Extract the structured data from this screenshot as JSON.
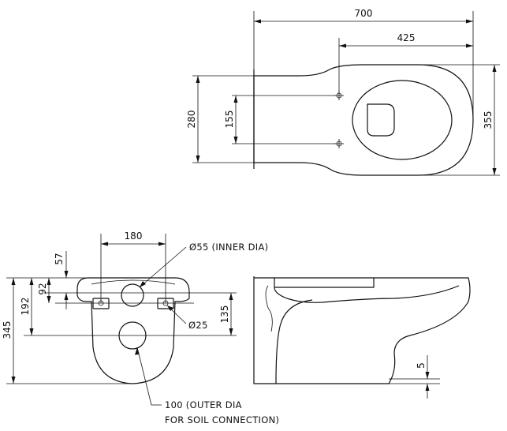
{
  "top_view": {
    "overall_length": "700",
    "bowl_length": "425",
    "overall_width": "355",
    "rear_width": "280",
    "fixing_spacing": "155"
  },
  "front_view": {
    "fixing_spacing": "180",
    "top_offset": "57",
    "fixing_height": "92",
    "outlet_height": "192",
    "overall_height": "345",
    "inlet_to_outlet": "135",
    "inlet_note": "Ø55 (INNER DIA)",
    "fixing_hole_note": "Ø25",
    "outlet_note_line1": "100 (OUTER DIA",
    "outlet_note_line2": "FOR SOIL CONNECTION)"
  },
  "side_view": {
    "base_gap": "5"
  }
}
